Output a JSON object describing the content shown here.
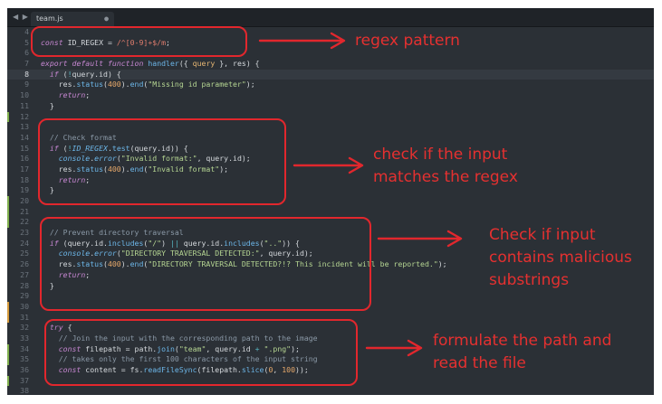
{
  "editor": {
    "nav_arrows": "◀ ▶",
    "tab": {
      "title": "team.js",
      "close": "●"
    }
  },
  "colors": {
    "annotation": "#e2272d",
    "background": "#2b3036",
    "keyword": "#c586d0",
    "string": "#b5d592",
    "function": "#6cb6e8",
    "comment": "#8a98a6"
  },
  "lines": [
    {
      "n": "4",
      "t": ""
    },
    {
      "n": "5",
      "t": "const ID_REGEX = /^[0-9]+$/m;"
    },
    {
      "n": "6",
      "t": ""
    },
    {
      "n": "7",
      "t": "export default function handler({ query }, res) {"
    },
    {
      "n": "8",
      "t": "  if (!query.id) {"
    },
    {
      "n": "9",
      "t": "    res.status(400).end(\"Missing id parameter\");"
    },
    {
      "n": "10",
      "t": "    return;"
    },
    {
      "n": "11",
      "t": "  }"
    },
    {
      "n": "12",
      "t": ""
    },
    {
      "n": "13",
      "t": ""
    },
    {
      "n": "14",
      "t": "  // Check format"
    },
    {
      "n": "15",
      "t": "  if (!ID_REGEX.test(query.id)) {"
    },
    {
      "n": "16",
      "t": "    console.error(\"Invalid format:\", query.id);"
    },
    {
      "n": "17",
      "t": "    res.status(400).end(\"Invalid format\");"
    },
    {
      "n": "18",
      "t": "    return;"
    },
    {
      "n": "19",
      "t": "  }"
    },
    {
      "n": "20",
      "t": ""
    },
    {
      "n": "21",
      "t": ""
    },
    {
      "n": "22",
      "t": ""
    },
    {
      "n": "23",
      "t": "  // Prevent directory traversal"
    },
    {
      "n": "24",
      "t": "  if (query.id.includes(\"/\") || query.id.includes(\"..\")) {"
    },
    {
      "n": "25",
      "t": "    console.error(\"DIRECTORY TRAVERSAL DETECTED:\", query.id);"
    },
    {
      "n": "26",
      "t": "    res.status(400).end(\"DIRECTORY TRAVERSAL DETECTED?!? This incident will be reported.\");"
    },
    {
      "n": "27",
      "t": "    return;"
    },
    {
      "n": "28",
      "t": "  }"
    },
    {
      "n": "29",
      "t": ""
    },
    {
      "n": "30",
      "t": ""
    },
    {
      "n": "31",
      "t": ""
    },
    {
      "n": "32",
      "t": "  try {"
    },
    {
      "n": "33",
      "t": "    // Join the input with the corresponding path to the image"
    },
    {
      "n": "34",
      "t": "    const filepath = path.join(\"team\", query.id + \".png\");"
    },
    {
      "n": "35",
      "t": "    // takes only the first 100 characters of the input string"
    },
    {
      "n": "36",
      "t": "    const content = fs.readFileSync(filepath.slice(0, 100));"
    },
    {
      "n": "37",
      "t": ""
    },
    {
      "n": "38",
      "t": ""
    }
  ],
  "annotations": {
    "regex": "regex pattern",
    "check_line1": "check if the input",
    "check_line2": "matches the regex",
    "malicious_line1": "Check if input",
    "malicious_line2": "contains malicious",
    "malicious_line3": "substrings",
    "path_line1": "formulate the path and",
    "path_line2": "read the file"
  }
}
